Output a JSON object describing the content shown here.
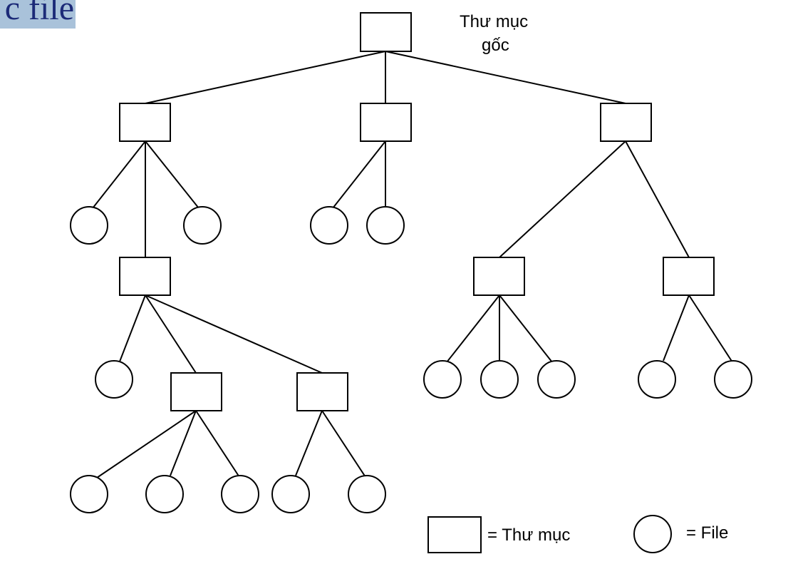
{
  "title": "c file",
  "root_label_line1": "Thư mục",
  "root_label_line2": "gốc",
  "legend": {
    "directory_label": "= Thư mục",
    "file_label": "= File"
  }
}
